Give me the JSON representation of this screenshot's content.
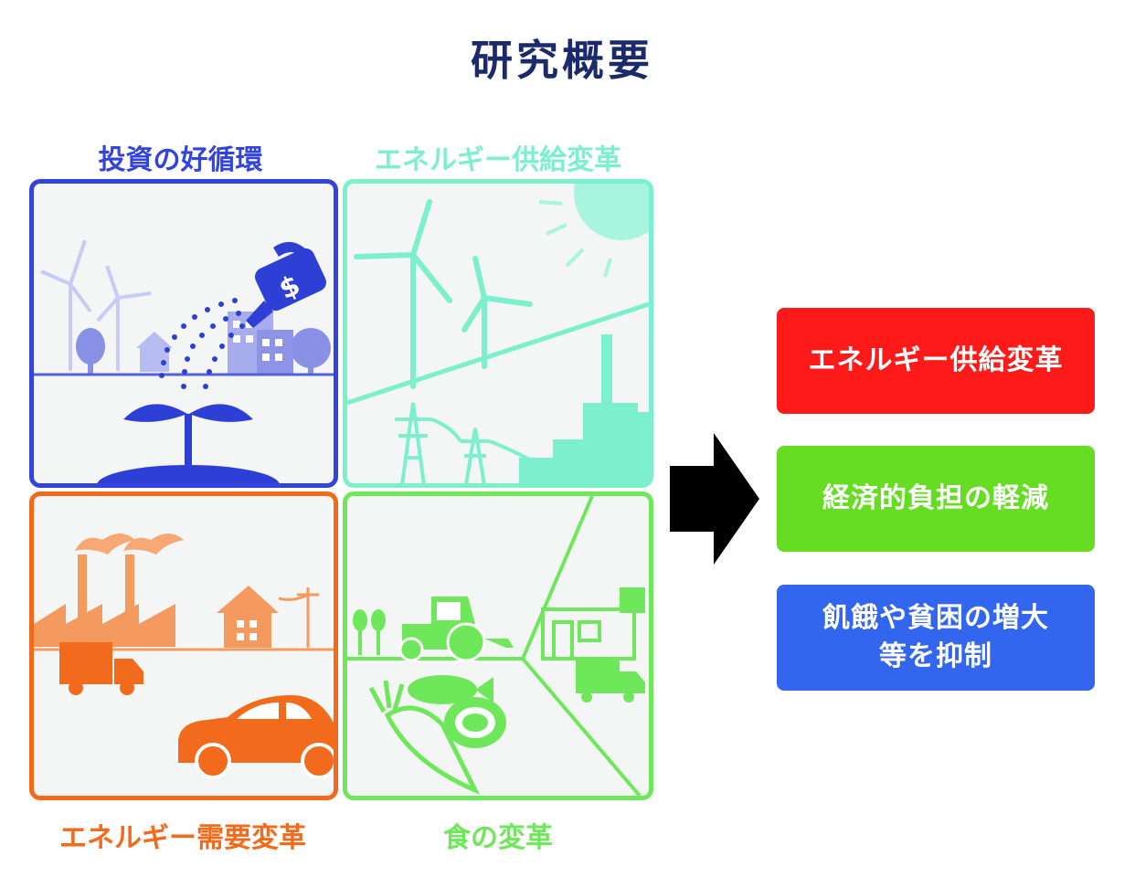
{
  "title": "研究概要",
  "colors": {
    "title": "#1b2a6b",
    "investment": "#3344dd",
    "supply": "#7cf0cc",
    "demand": "#f26a1b",
    "food": "#6ee85a",
    "outcome_red": "#ff1a1a",
    "outcome_green": "#66dd22",
    "outcome_blue": "#3366ee",
    "arrow": "#000000"
  },
  "quadrants": {
    "investment": {
      "label": "投資の好循環",
      "icon": "watering-can-sprout-city"
    },
    "supply": {
      "label": "エネルギー供給変革",
      "icon": "wind-sun-power-grid"
    },
    "demand": {
      "label": "エネルギー需要変革",
      "icon": "factory-house-truck-car"
    },
    "food": {
      "label": "食の変革",
      "icon": "tractor-store-food"
    }
  },
  "outcomes": [
    {
      "label": "エネルギー供給変革"
    },
    {
      "label": "経済的負担の軽減"
    },
    {
      "label": "飢餓や貧困の増大等を抑制"
    }
  ],
  "arrow": {
    "icon": "right-arrow-icon"
  }
}
